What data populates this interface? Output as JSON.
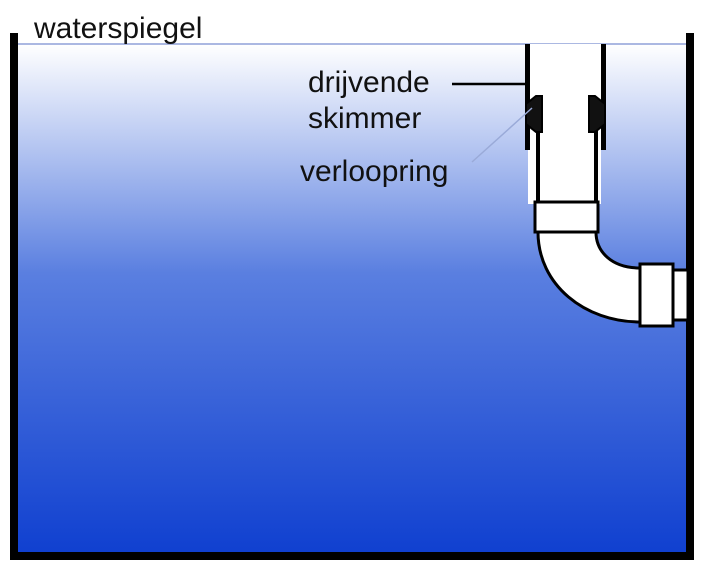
{
  "labels": {
    "water_level": "waterspiegel",
    "floating_skimmer_line1": "drijvende",
    "floating_skimmer_line2": "skimmer",
    "reducer_ring": "verloopring"
  },
  "colors": {
    "water_top": "#ffffff",
    "water_bottom": "#1040d0",
    "wall": "#000000",
    "pipe_fill": "#ffffff",
    "leader_line": "#9aaad8"
  }
}
